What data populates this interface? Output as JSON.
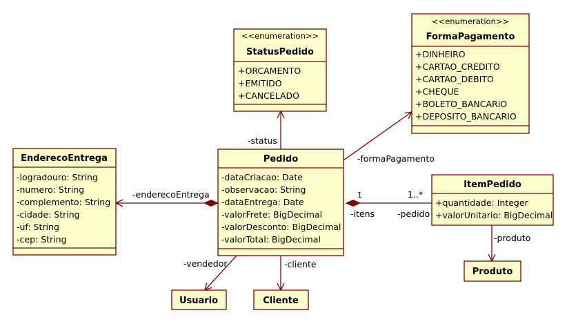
{
  "classes": {
    "status_pedido": {
      "stereotype": "<<enumeration>>",
      "name": "StatusPedido",
      "items": [
        "+ORCAMENTO",
        "+EMITIDO",
        "+CANCELADO"
      ]
    },
    "forma_pagamento": {
      "stereotype": "<<enumeration>>",
      "name": "FormaPagamento",
      "items": [
        "+DINHEIRO",
        "+CARTAO_CREDITO",
        "+CARTAO_DEBITO",
        "+CHEQUE",
        "+BOLETO_BANCARIO",
        "+DEPOSITO_BANCARIO"
      ]
    },
    "endereco_entrega": {
      "name": "EnderecoEntrega",
      "items": [
        "-logradouro: String",
        "-numero: String",
        "-complemento: String",
        "-cidade: String",
        "-uf: String",
        "-cep: String"
      ]
    },
    "pedido": {
      "name": "Pedido",
      "items": [
        "-dataCriacao: Date",
        "-observacao: String",
        "-dataEntrega: Date",
        "-valorFrete: BigDecimal",
        "-valorDesconto: BigDecimal",
        "-valorTotal: BigDecimal"
      ]
    },
    "item_pedido": {
      "name": "ItemPedido",
      "items": [
        "+quantidade: Integer",
        "+valorUnitario: BigDecimal"
      ]
    },
    "produto": {
      "name": "Produto"
    },
    "usuario": {
      "name": "Usuario"
    },
    "cliente": {
      "name": "Cliente"
    }
  },
  "associations": {
    "status": "-status",
    "forma_pagamento": "-formaPagamento",
    "endereco_entrega": "-enderecoEntrega",
    "itens": "-itens",
    "pedido": "-pedido",
    "itens_mult_pedido": "1",
    "itens_mult_item": "1..*",
    "produto": "-produto",
    "vendedor": "-vendedor",
    "cliente": "-cliente"
  },
  "colors": {
    "box_fill": "#ffffcc",
    "border": "#800000"
  }
}
